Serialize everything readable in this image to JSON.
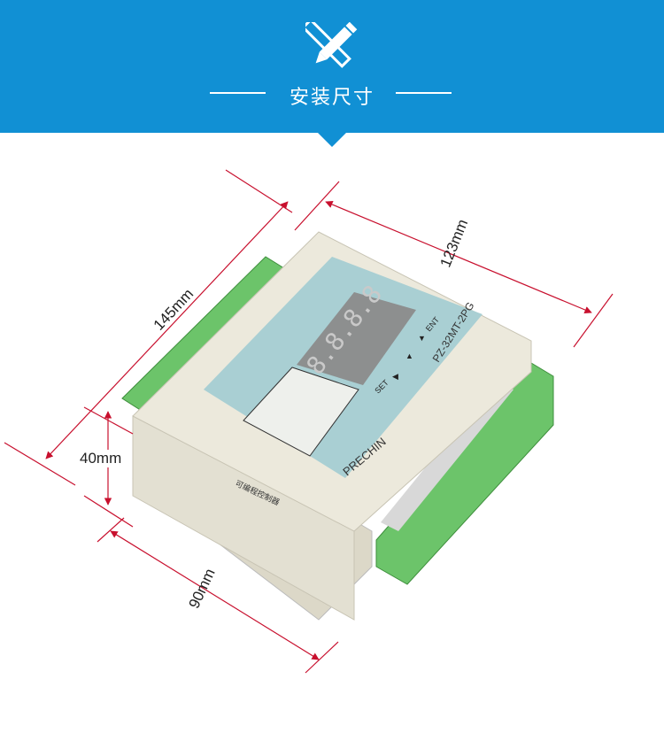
{
  "header": {
    "title": "安装尺寸",
    "icon": "ruler-pencil-icon",
    "color": "#1190d4"
  },
  "dimensions": {
    "length": "145mm",
    "width": "123mm",
    "height": "40mm",
    "depth": "90mm",
    "line_color": "#c8102e"
  },
  "device": {
    "brand": "PRECHIN",
    "model": "PZ-32MT-2PG",
    "display": "8.8.8.8",
    "buttons": [
      "SET",
      "◀",
      "▲",
      "▼",
      "ENT"
    ],
    "label_title": "可编程控制器"
  }
}
